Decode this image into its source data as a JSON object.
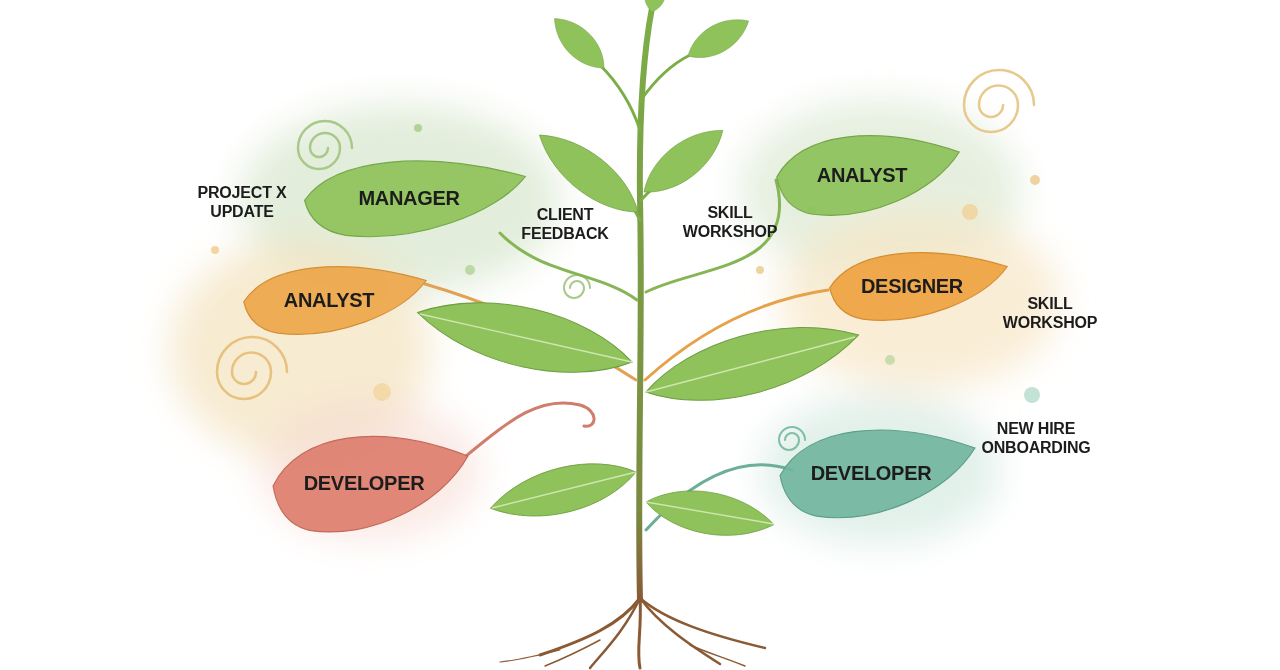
{
  "diagram": {
    "nodes": [
      {
        "text": [
          "MANAGER"
        ]
      },
      {
        "text": [
          "ANALYST"
        ]
      },
      {
        "text": [
          "ANALYST"
        ]
      },
      {
        "text": [
          "DESIGNER"
        ]
      },
      {
        "text": [
          "DEVELOPER"
        ]
      },
      {
        "text": [
          "DEVELOPER"
        ]
      }
    ],
    "labels": [
      "PROJECT X UPDATE",
      "CLIENT FEEDBACK",
      "SKILL WORKSHOP",
      "SKILL WORKSHOP",
      "NEW HIRE ONBOARDING"
    ]
  }
}
